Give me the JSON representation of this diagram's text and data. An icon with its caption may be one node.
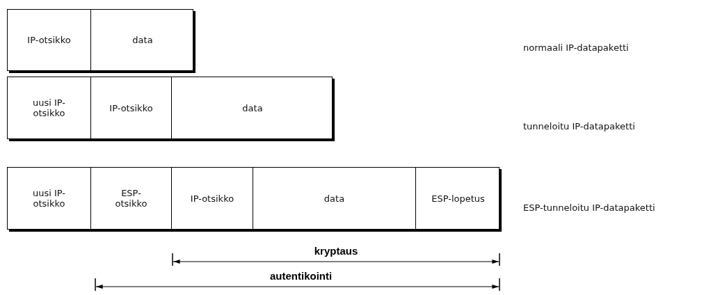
{
  "diagram": {
    "nodes": [
      {
        "text": [],
        "shape": "box"
      },
      {
        "text": [
          "IP-otsikko"
        ],
        "in": 0
      },
      {
        "text": [
          "data"
        ],
        "in": 0
      },
      {
        "text": [],
        "shape": "box"
      },
      {
        "text": [
          "uusi IP-otsikko"
        ],
        "in": 3
      },
      {
        "text": [
          "IP-otsikko"
        ],
        "in": 3
      },
      {
        "text": [
          "data"
        ],
        "in": 3
      },
      {
        "text": [],
        "shape": "box"
      },
      {
        "text": [
          "uusi IP-otsikko"
        ],
        "in": 7
      },
      {
        "text": [
          "ESP-otsikko"
        ],
        "in": 7
      },
      {
        "text": [
          "IP-otsikko"
        ],
        "in": 7
      },
      {
        "text": [
          "data"
        ],
        "in": 7
      },
      {
        "text": [
          "ESP-lopetus"
        ],
        "in": 7
      }
    ],
    "labels": [
      "normaali IP-datapaketti",
      "tunneloitu IP-datapaketti",
      "ESP-tunneloitu IP-datapaketti",
      "kryptaus",
      "autentikointi"
    ]
  }
}
